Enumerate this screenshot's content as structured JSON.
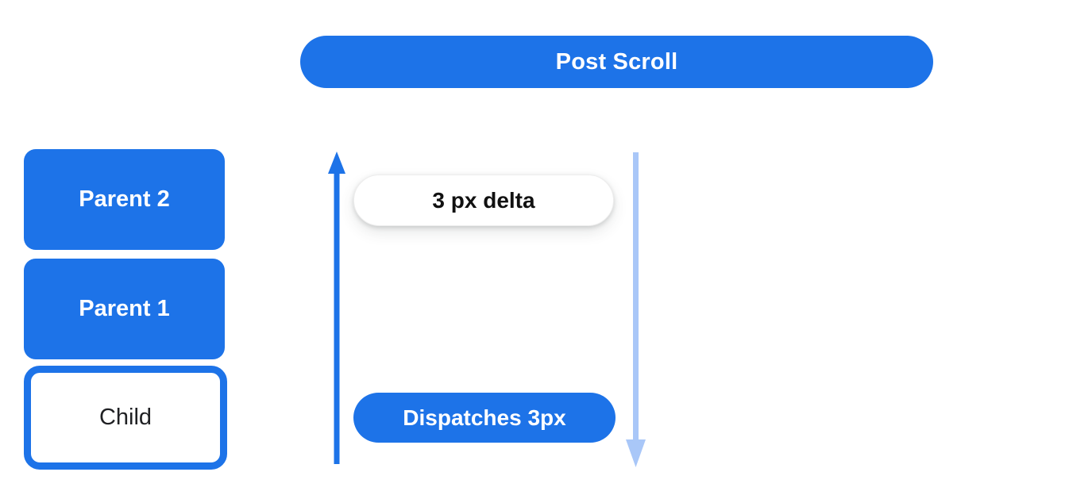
{
  "diagram": {
    "title_banner": "Post Scroll",
    "nodes": [
      {
        "id": "parent-2",
        "label": "Parent 2"
      },
      {
        "id": "parent-1",
        "label": "Parent 1"
      },
      {
        "id": "child",
        "label": "Child"
      }
    ],
    "delta_pill": "3 px delta",
    "dispatch_pill": "Dispatches 3px",
    "arrows": [
      {
        "name": "upward-scroll-arrow",
        "direction": "up",
        "color": "#1d73e8"
      },
      {
        "name": "downward-scroll-arrow",
        "direction": "down",
        "color": "#a9c7f8"
      }
    ],
    "colors": {
      "primary_blue": "#1d73e8",
      "light_blue": "#a9c7f8",
      "background": "#ffffff",
      "text_on_blue": "#ffffff",
      "text_dark": "#202124"
    }
  }
}
